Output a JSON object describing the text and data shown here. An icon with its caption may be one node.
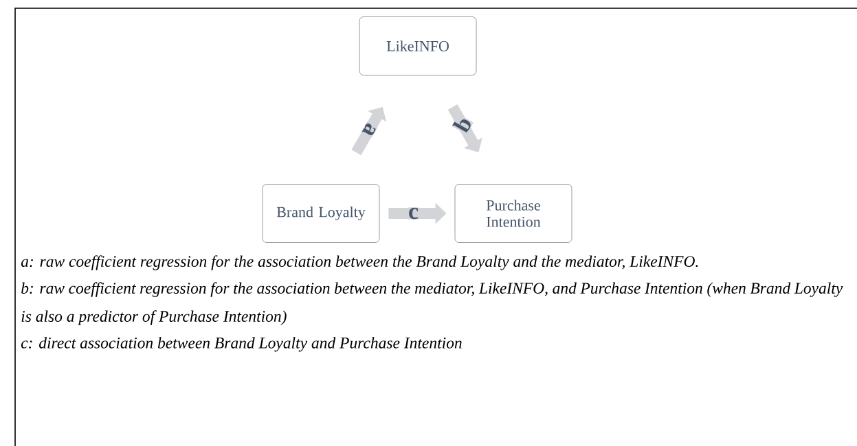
{
  "diagram": {
    "nodes": [
      {
        "text": [
          "LikeINFO"
        ]
      },
      {
        "text": [
          "Brand Loyalty"
        ]
      },
      {
        "text": [
          "Purchase Intention"
        ]
      }
    ],
    "edges": [
      {
        "from": 1,
        "to": 0,
        "arrow": "to",
        "label": "a"
      },
      {
        "from": 0,
        "to": 2,
        "arrow": "to",
        "label": "b"
      },
      {
        "from": 1,
        "to": 2,
        "arrow": "to",
        "label": "c"
      }
    ],
    "labels": [
      "a: raw coefficient regression for the association between the Brand Loyalty and the mediator, LikeINFO.",
      "b: raw coefficient regression for the association between the mediator, LikeINFO, and Purchase Intention (when Brand Loyalty is also a predictor of Purchase Intention)",
      "c: direct association between Brand Loyalty and Purchase Intention"
    ]
  }
}
